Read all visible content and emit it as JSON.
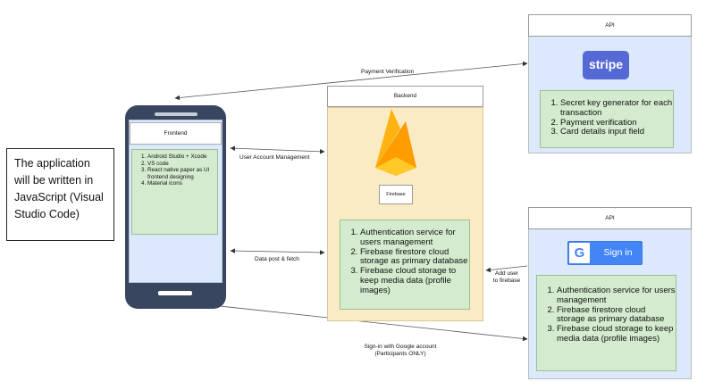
{
  "note": {
    "text": "The application will be written in JavaScript (Visual Studio Code)"
  },
  "frontend": {
    "title": "Frontend",
    "items": [
      "Android Studio + Xcode",
      "VS code",
      "React native paper as UI frontend designing",
      "Material icons"
    ]
  },
  "backend": {
    "title": "Backend",
    "logo_label": "Firebase",
    "items": [
      "Authentication service for users management",
      "Firebase firestore cloud storage as primary database",
      "Firebase cloud storage to keep media data (profile images)"
    ]
  },
  "api_stripe": {
    "title": "API",
    "logo_text": "stripe",
    "items": [
      "Secret key generator for each transaction",
      "Payment verification",
      "Card details input field"
    ]
  },
  "api_google": {
    "title": "API",
    "button_label": "Sign in",
    "button_glyph": "G",
    "items": [
      "Authentication service for users management",
      "Firebase firestore cloud storage as primary database",
      "Firebase cloud storage to keep media data (profile images)"
    ]
  },
  "edges": {
    "payment": "Payment Verification",
    "account": "User Account Management",
    "data": "Data post & fetch",
    "add_user_1": "Add user",
    "add_user_2": "to firebase",
    "signin_1": "Sign-in with Google account",
    "signin_2": "(Participants ONLY)"
  },
  "colors": {
    "phone_body": "#39465f",
    "screen": "#dce8fb",
    "list_box": "#d4ebcf",
    "backend_bg": "#fbebc5",
    "stripe": "#5469d4",
    "google_button": "#4285f4"
  }
}
